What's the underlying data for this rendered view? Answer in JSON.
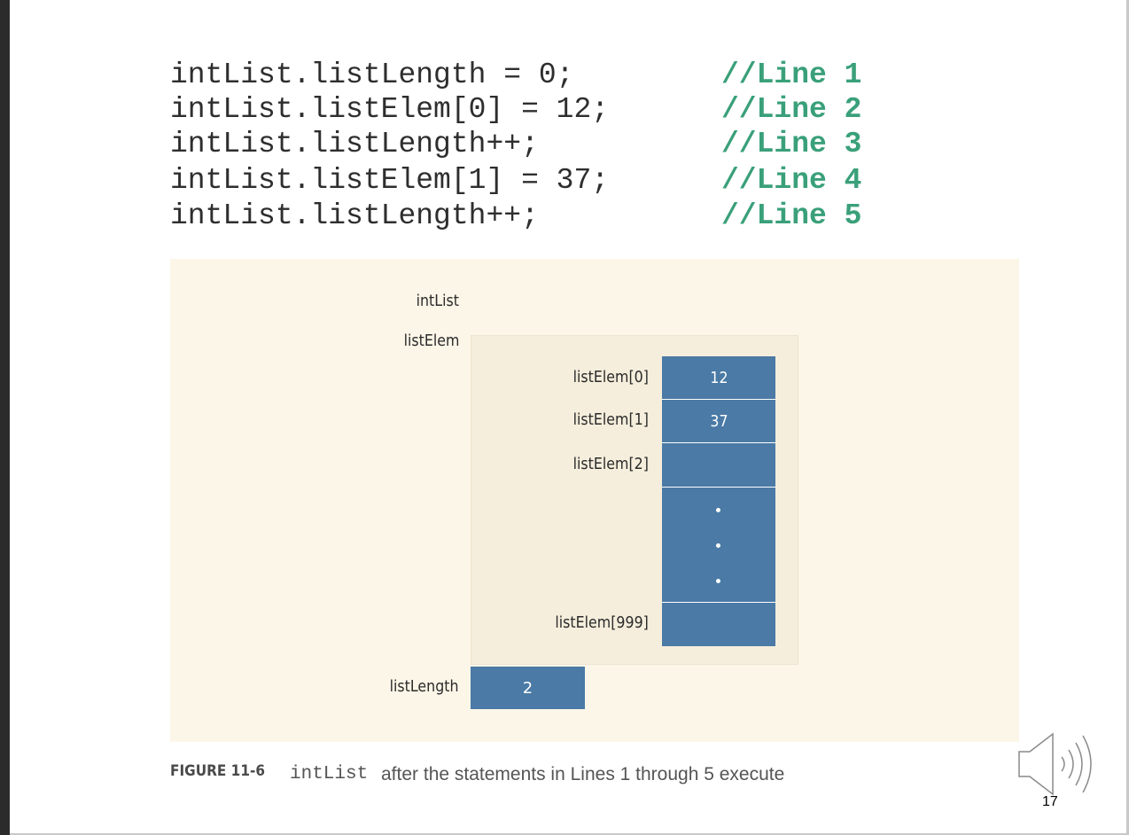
{
  "code_lines": [
    {
      "statement": "intList.listLength = 0;",
      "comment": "//Line 1"
    },
    {
      "statement": "intList.listElem[0] = 12;",
      "comment": "//Line 2"
    },
    {
      "statement": "intList.listLength++;",
      "comment": "//Line 3"
    },
    {
      "statement": "intList.listElem[1] = 37;",
      "comment": "//Line 4"
    },
    {
      "statement": "intList.listLength++;",
      "comment": "//Line 5"
    }
  ],
  "diagram": {
    "struct_label": "intList",
    "array_label": "listElem",
    "elements": [
      {
        "label": "listElem[0]",
        "value": "12"
      },
      {
        "label": "listElem[1]",
        "value": "37"
      },
      {
        "label": "listElem[2]",
        "value": ""
      },
      {
        "label": "listElem[999]",
        "value": ""
      }
    ],
    "length_label": "listLength",
    "length_value": "2"
  },
  "caption": {
    "figure_number": "FIGURE 11-6",
    "code_part": "intList",
    "text_part": "after the statements in Lines 1 through 5 execute"
  },
  "page_number": "17",
  "colors": {
    "cell": "#4a7aa5",
    "comment": "#3aa07a",
    "panel": "#fcf6e8"
  }
}
